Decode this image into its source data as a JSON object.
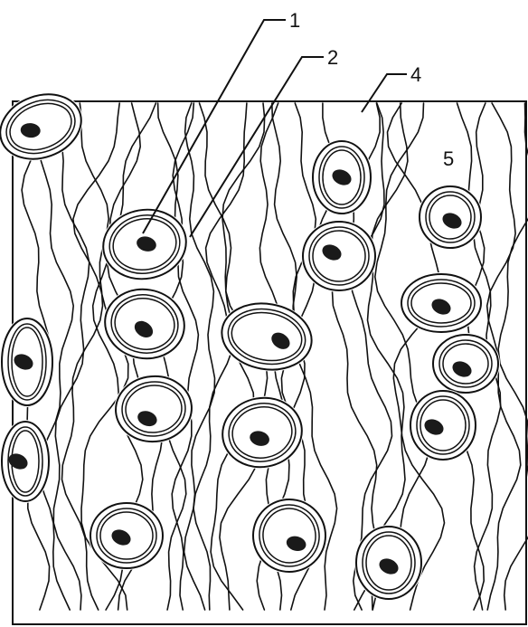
{
  "figure": {
    "labels": [
      {
        "id": "label-1",
        "text": "1"
      },
      {
        "id": "label-2",
        "text": "2"
      },
      {
        "id": "label-4",
        "text": "4"
      },
      {
        "id": "label-5",
        "text": "5"
      }
    ],
    "colors": {
      "background": "#ffffff",
      "ink": "#111111",
      "nucleus": "#1a1a1a"
    }
  }
}
